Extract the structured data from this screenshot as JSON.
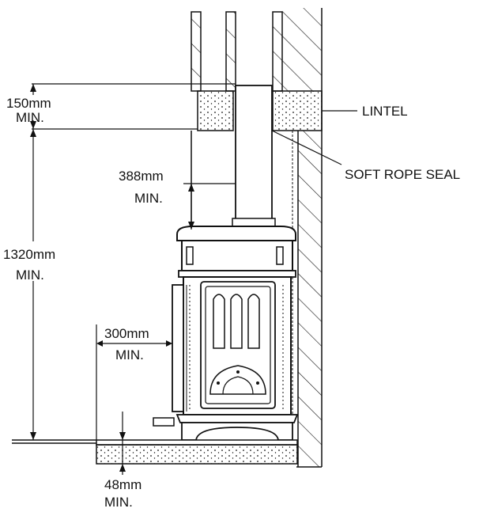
{
  "diagram": {
    "labels": {
      "top_clearance_value": "150mm",
      "top_clearance_min": "MIN.",
      "flue_height_value": "388mm",
      "flue_height_min": "MIN.",
      "total_height_value": "1320mm",
      "total_height_min": "MIN.",
      "hearth_front_value": "300mm",
      "hearth_front_min": "MIN.",
      "hearth_depth_value": "48mm",
      "hearth_depth_min": "MIN.",
      "lintel": "LINTEL",
      "soft_rope_seal": "SOFT ROPE SEAL"
    },
    "colors": {
      "ink": "#111111",
      "background": "#ffffff"
    }
  }
}
